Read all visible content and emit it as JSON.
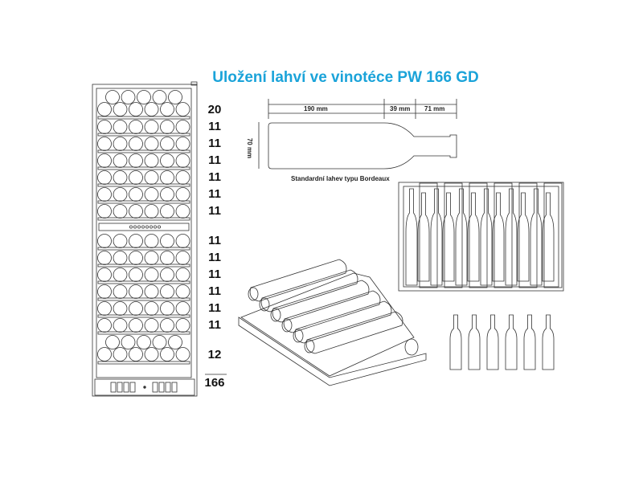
{
  "title": "Uložení lahví ve vinotéce PW 166 GD",
  "shelves": [
    {
      "count": "20",
      "rows": 2
    },
    {
      "count": "11",
      "rows": 1
    },
    {
      "count": "11",
      "rows": 1
    },
    {
      "count": "11",
      "rows": 1
    },
    {
      "count": "11",
      "rows": 1
    },
    {
      "count": "11",
      "rows": 1
    },
    {
      "count": "11",
      "rows": 1
    },
    {
      "count": "11",
      "rows": 1
    },
    {
      "count": "11",
      "rows": 1
    },
    {
      "count": "11",
      "rows": 1
    },
    {
      "count": "11",
      "rows": 1
    },
    {
      "count": "11",
      "rows": 1
    },
    {
      "count": "11",
      "rows": 1
    },
    {
      "count": "12",
      "rows": 2
    }
  ],
  "total": "166",
  "bottle": {
    "length_body": "190 mm",
    "length_shoulder": "39 mm",
    "length_neck": "71 mm",
    "diameter": "70 mm",
    "caption": "Standardní lahev typu Bordeaux"
  },
  "colors": {
    "title": "#1aa3d9",
    "line": "#333333"
  }
}
